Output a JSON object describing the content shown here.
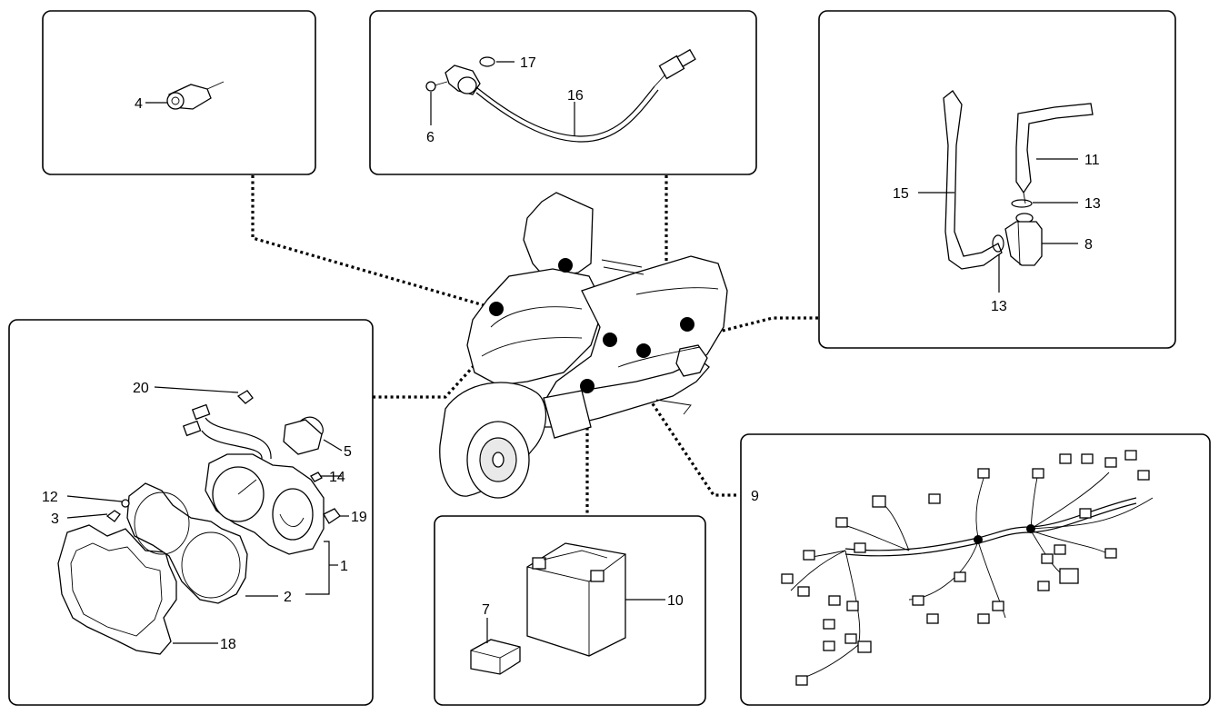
{
  "diagram": {
    "callouts": {
      "c1": "1",
      "c2": "2",
      "c3": "3",
      "c4": "4",
      "c5": "5",
      "c6": "6",
      "c7": "7",
      "c8": "8",
      "c9": "9",
      "c10": "10",
      "c11": "11",
      "c12": "12",
      "c13a": "13",
      "c13b": "13",
      "c14": "14",
      "c15": "15",
      "c16": "16",
      "c17": "17",
      "c18": "18",
      "c19": "19",
      "c20": "20"
    }
  }
}
